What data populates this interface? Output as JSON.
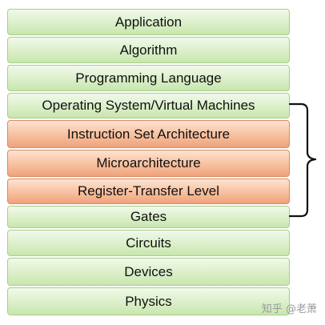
{
  "layers": [
    {
      "label": "Application",
      "color": "green"
    },
    {
      "label": "Algorithm",
      "color": "green"
    },
    {
      "label": "Programming Language",
      "color": "green"
    },
    {
      "label": "Operating System/Virtual Machines",
      "color": "green"
    },
    {
      "label": "Instruction Set Architecture",
      "color": "orange"
    },
    {
      "label": "Microarchitecture",
      "color": "orange"
    },
    {
      "label": "Register-Transfer Level",
      "color": "orange"
    },
    {
      "label": "Gates",
      "color": "green"
    },
    {
      "label": "Circuits",
      "color": "green"
    },
    {
      "label": "Devices",
      "color": "green"
    },
    {
      "label": "Physics",
      "color": "green"
    }
  ],
  "colors": {
    "green_fill": "#d9eec6",
    "green_border": "#a9cf8a",
    "orange_fill": "#f6bd9c",
    "orange_border": "#d98c62",
    "brace": "#111111"
  },
  "watermark": "知乎 @老萧"
}
